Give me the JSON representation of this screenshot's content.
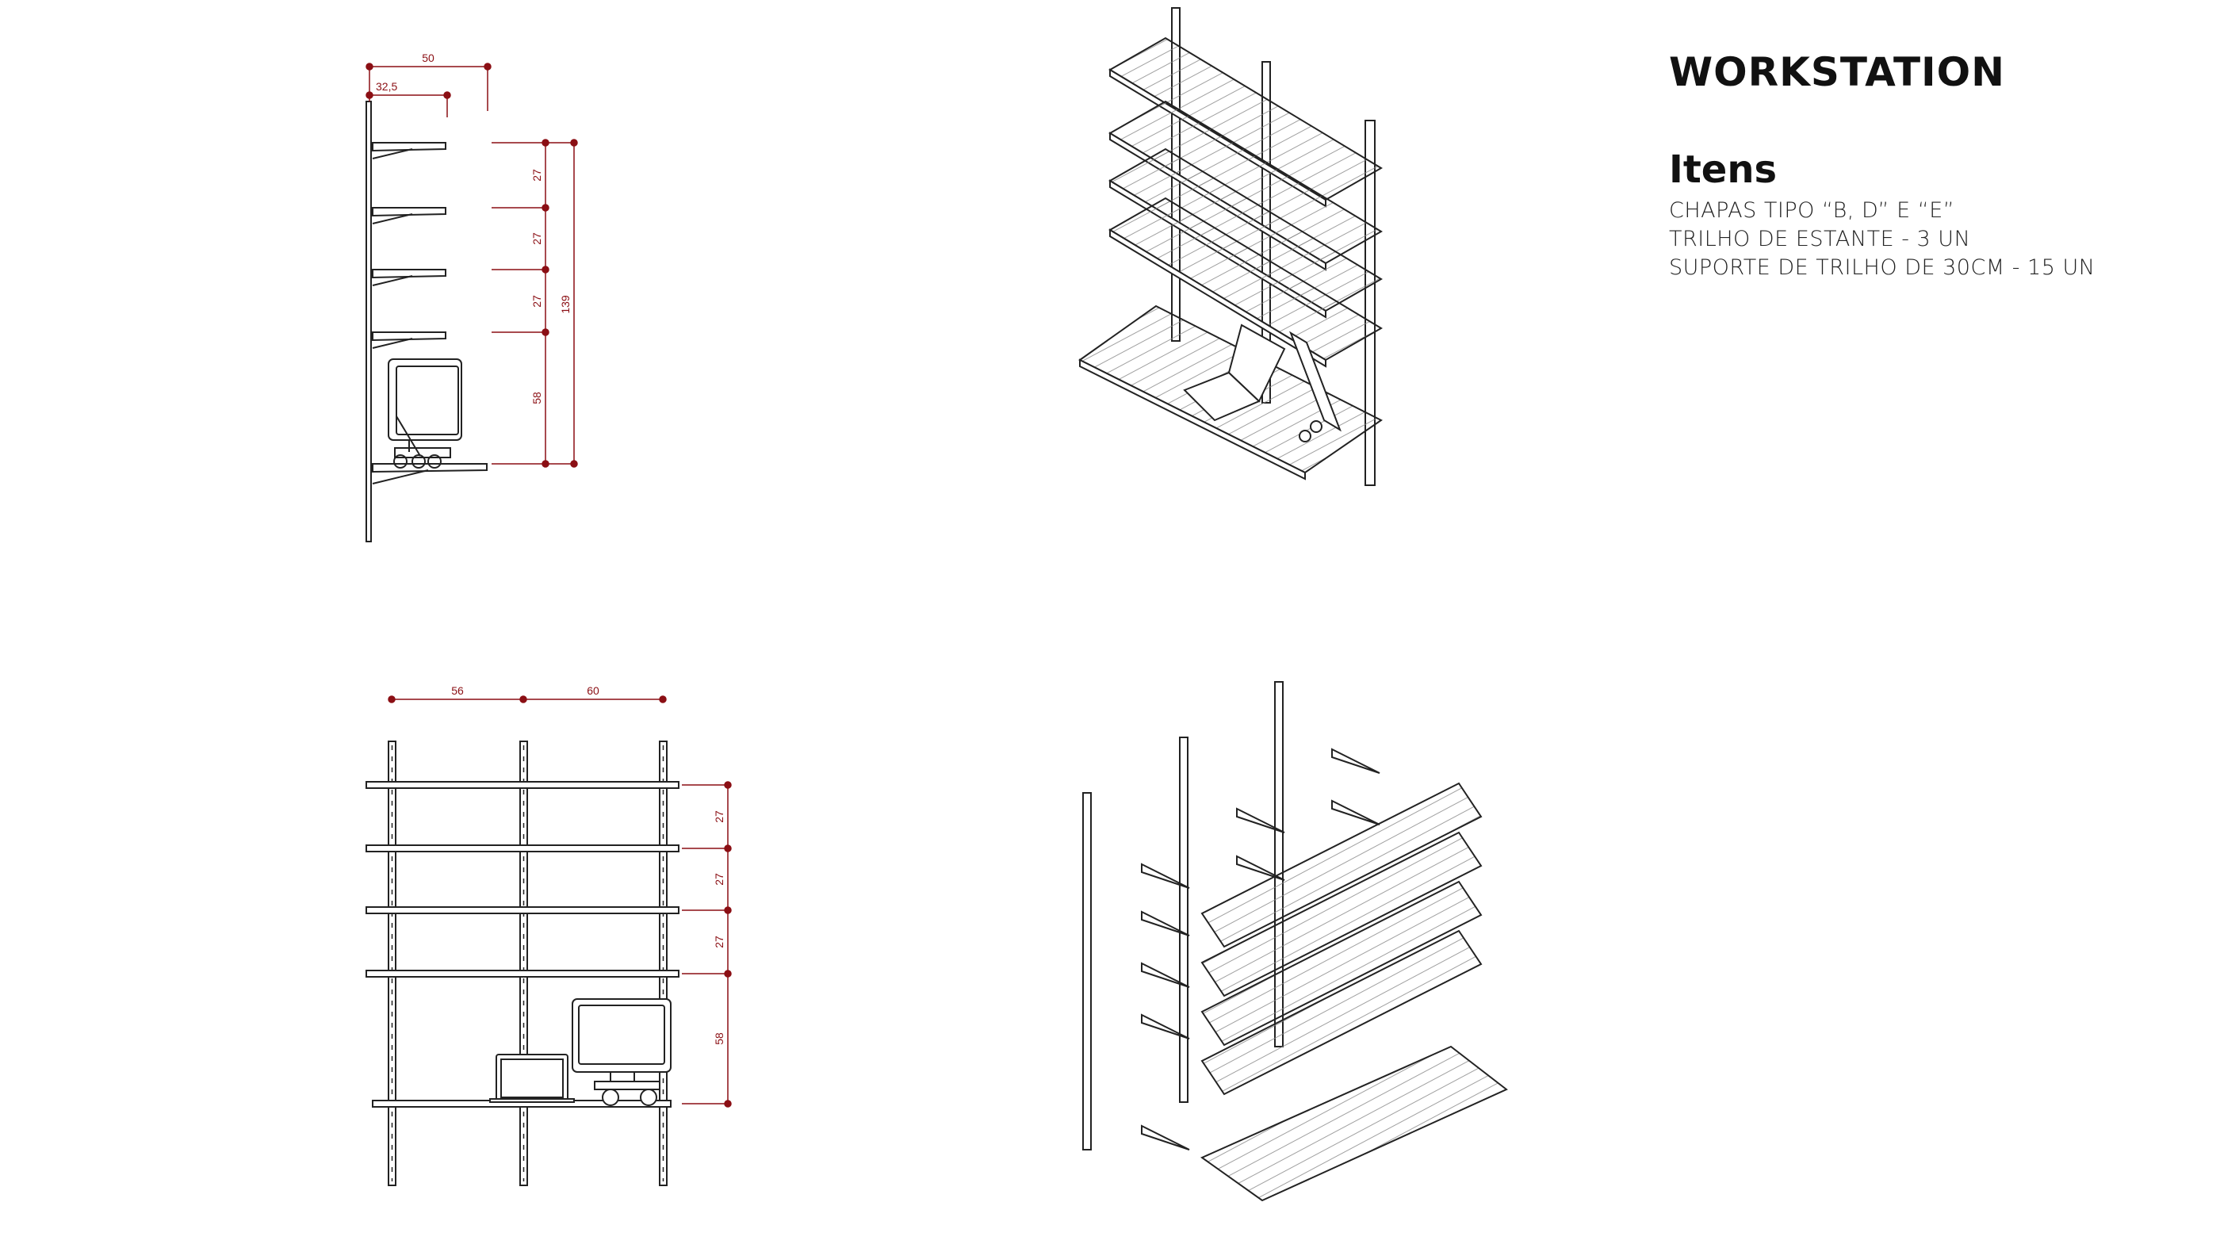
{
  "header": {
    "title": "WORKSTATION",
    "subtitle": "Itens",
    "items": [
      "CHAPAS TIPO “B, D” E “E”",
      "TRILHO DE ESTANTE - 3 UN",
      "SUPORTE DE TRILHO DE 30CM - 15 UN"
    ]
  },
  "side_view": {
    "depth_outer": "50",
    "depth_inner": "32,5",
    "spacings": [
      "27",
      "27",
      "27",
      "58"
    ],
    "total_height": "139"
  },
  "front_view": {
    "widths": [
      "56",
      "60"
    ],
    "spacings": [
      "27",
      "27",
      "27",
      "58"
    ]
  },
  "colors": {
    "dimension": "#8b0f14",
    "line": "#222222"
  }
}
